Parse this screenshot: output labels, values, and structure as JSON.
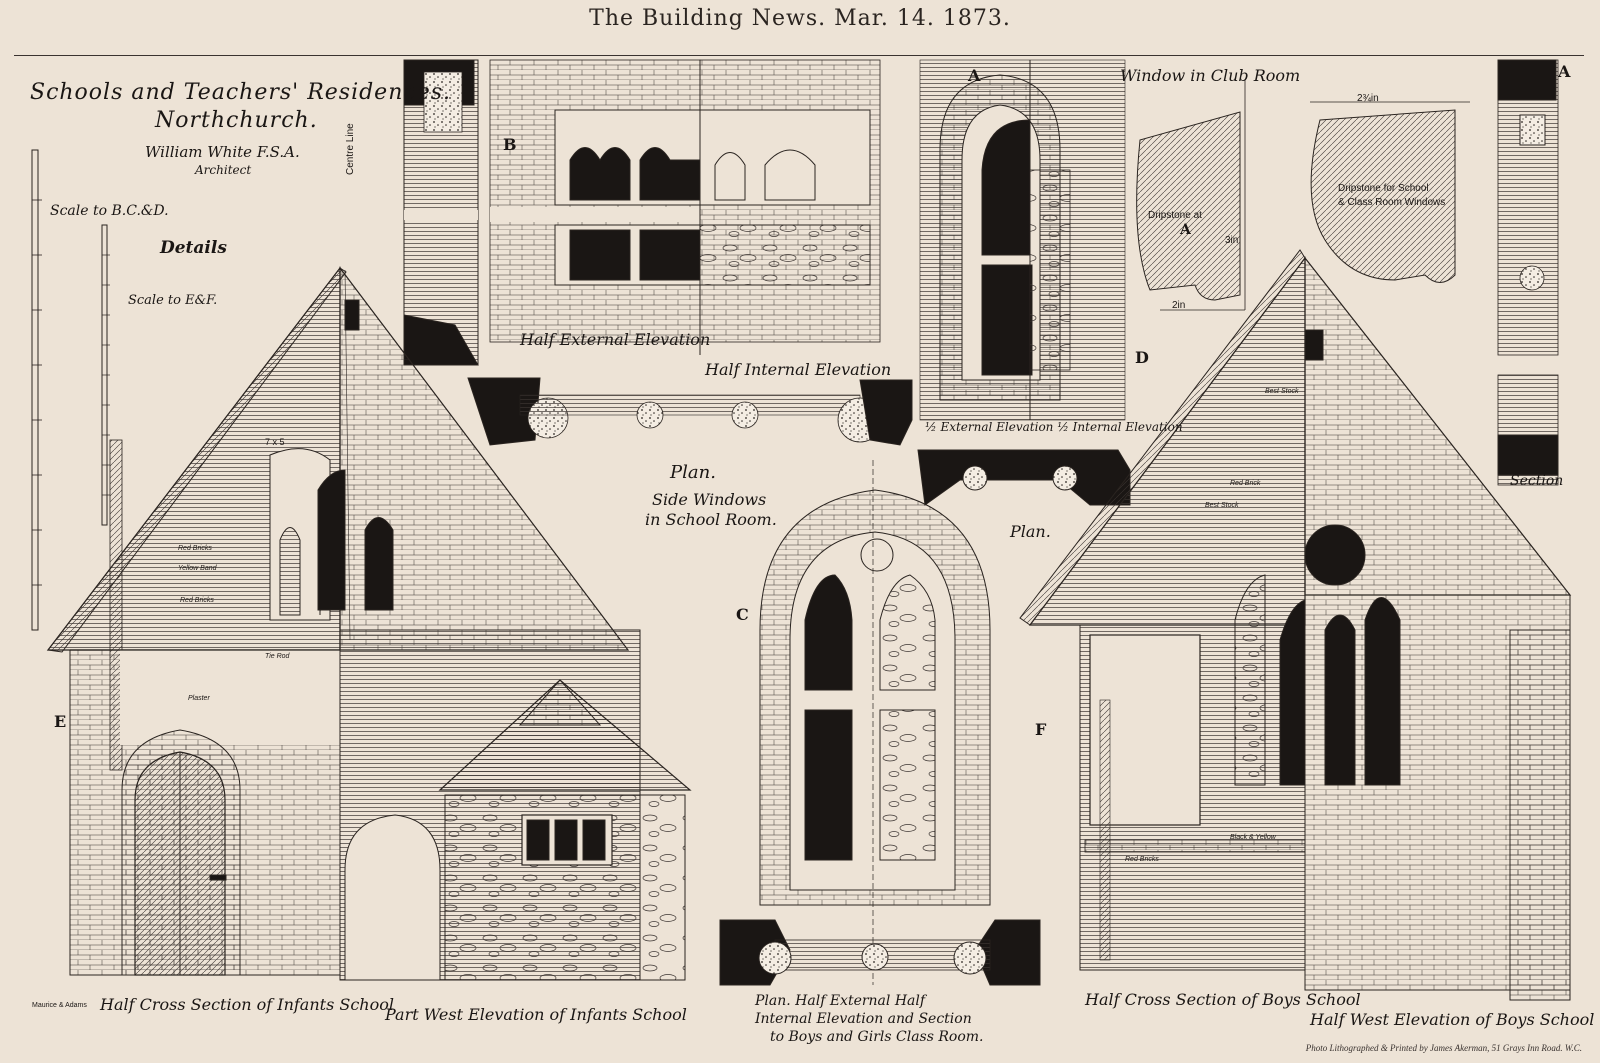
{
  "header": "The Building News. Mar. 14. 1873.",
  "title": {
    "line1": "Schools and Teachers' Residences.",
    "line2": "Northchurch.",
    "architect": "William White F.S.A.",
    "architect_role": "Architect"
  },
  "scales": {
    "scale_bcd": "Scale to B.C.&D.",
    "details": "Details",
    "scale_ef": "Scale to E&F."
  },
  "labels": {
    "centre_line": "Centre Line",
    "plan1": "Plan.",
    "side_windows_1": "Side Windows",
    "side_windows_2": "in School Room.",
    "plan2": "Plan.",
    "window_club_room": "Window in Club Room",
    "dripstone_at": "Dripstone at",
    "dripstone_a": "A",
    "dim_3in": "3in",
    "dim_2in": "2in",
    "dim_2_3_4_in": "2¾in",
    "dripstone_school_1": "Dripstone for School",
    "dripstone_school_2": "& Class Room Windows",
    "section": "Section",
    "red_bricks_1": "Red Bricks",
    "yellow_band": "Yellow Band",
    "red_bricks_2": "Red Bricks",
    "tie_rod": "Tie Rod",
    "plaster": "Plaster",
    "best_stock_1": "Best Stock",
    "red_brick": "Red Brick",
    "best_stock_2": "Best Stock",
    "red_bricks_3": "Red Bricks",
    "black_yellow": "Black & Yellow",
    "dim_7x5": "7 x 5",
    "engraver": "Maurice & Adams"
  },
  "letters": {
    "a1": "A",
    "a2": "A",
    "b": "B",
    "c": "C",
    "d": "D",
    "e": "E",
    "f": "F"
  },
  "captions": {
    "half_external": "Half External Elevation",
    "half_internal": "Half Internal Elevation",
    "ext_int": "½ External Elevation ½ Internal Elevation",
    "infants_section": "Half Cross Section of Infants School",
    "infants_west": "Part West Elevation of Infants School",
    "plan_half_1": "Plan. Half External Half",
    "plan_half_2": "Internal Elevation and Section",
    "plan_half_3": "to Boys and Girls Class Room.",
    "boys_section": "Half Cross Section of Boys School",
    "boys_west": "Half West Elevation of Boys School"
  },
  "footer": "Photo Lithographed & Printed by James Akerman, 51 Grays Inn Road. W.C."
}
